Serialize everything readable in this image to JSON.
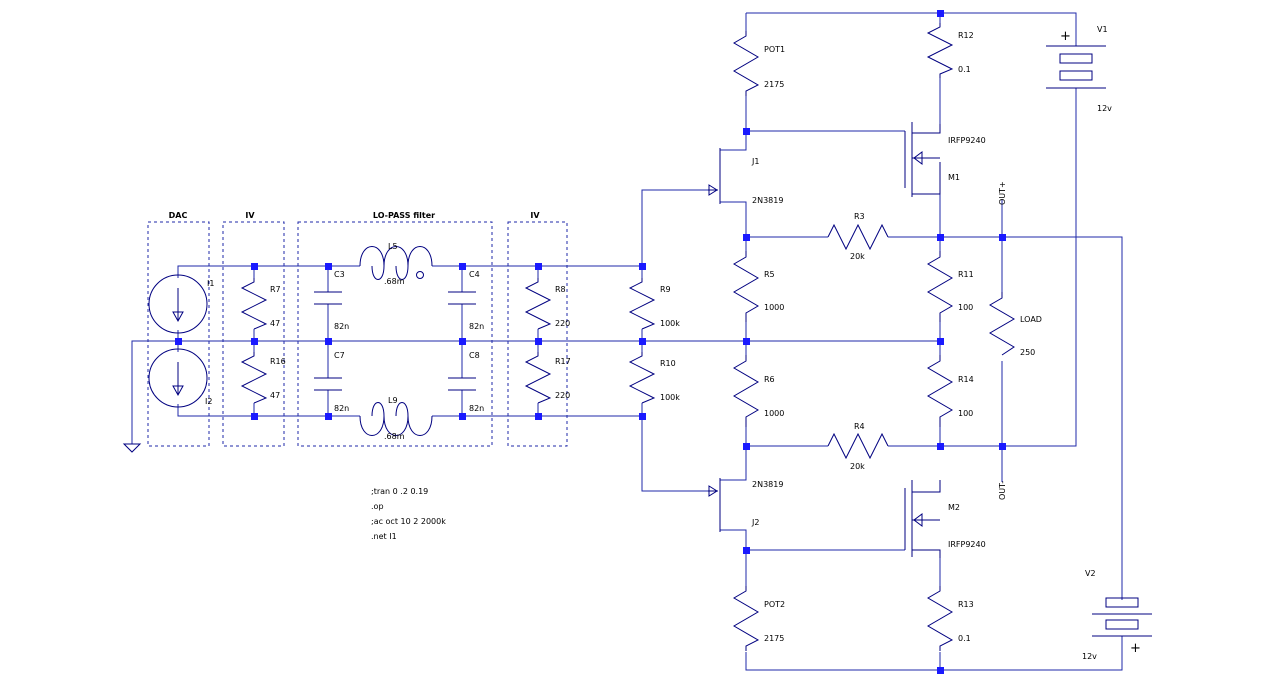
{
  "colors": {
    "wire": "#1f2aa8",
    "component": "#000080",
    "junction": "#1a1aff",
    "background": "#ffffff"
  },
  "boxes": {
    "dac": "DAC",
    "iv1": "IV",
    "lopass": "LO-PASS filter",
    "iv2": "IV"
  },
  "sources": {
    "i1": {
      "ref": "I1"
    },
    "i2": {
      "ref": "I2"
    },
    "v1": {
      "ref": "V1",
      "value": "12v",
      "polarity": "+"
    },
    "v2": {
      "ref": "V2",
      "value": "12v",
      "polarity": "+"
    }
  },
  "resistors": {
    "r7": {
      "ref": "R7",
      "value": "47"
    },
    "r16": {
      "ref": "R16",
      "value": "47"
    },
    "r8": {
      "ref": "R8",
      "value": "220"
    },
    "r17": {
      "ref": "R17",
      "value": "220"
    },
    "r9": {
      "ref": "R9",
      "value": "100k"
    },
    "r10": {
      "ref": "R10",
      "value": "100k"
    },
    "pot1": {
      "ref": "POT1",
      "value": "2175"
    },
    "pot2": {
      "ref": "POT2",
      "value": "2175"
    },
    "r12": {
      "ref": "R12",
      "value": "0.1"
    },
    "r13": {
      "ref": "R13",
      "value": "0.1"
    },
    "r5": {
      "ref": "R5",
      "value": "1000"
    },
    "r6": {
      "ref": "R6",
      "value": "1000"
    },
    "r3": {
      "ref": "R3",
      "value": "20k"
    },
    "r4": {
      "ref": "R4",
      "value": "20k"
    },
    "r11": {
      "ref": "R11",
      "value": "100"
    },
    "r14": {
      "ref": "R14",
      "value": "100"
    },
    "load": {
      "ref": "LOAD",
      "value": "250"
    }
  },
  "capacitors": {
    "c3": {
      "ref": "C3",
      "value": "82n"
    },
    "c4": {
      "ref": "C4",
      "value": "82n"
    },
    "c7": {
      "ref": "C7",
      "value": "82n"
    },
    "c8": {
      "ref": "C8",
      "value": "82n"
    }
  },
  "inductors": {
    "l5": {
      "ref": "L5",
      "value": ".68m"
    },
    "l9": {
      "ref": "L9",
      "value": ".68m"
    }
  },
  "transistors": {
    "j1": {
      "ref": "J1",
      "model": "2N3819"
    },
    "j2": {
      "ref": "J2",
      "model": "2N3819"
    },
    "m1": {
      "ref": "M1",
      "model": "IRFP9240"
    },
    "m2": {
      "ref": "M2",
      "model": "IRFP9240"
    }
  },
  "nets": {
    "out_plus": "OUT+",
    "out_minus": "OUT-"
  },
  "directives": [
    ";tran 0 .2 0.19",
    ".op",
    ";ac oct 10 2 2000k",
    ".net I1"
  ]
}
